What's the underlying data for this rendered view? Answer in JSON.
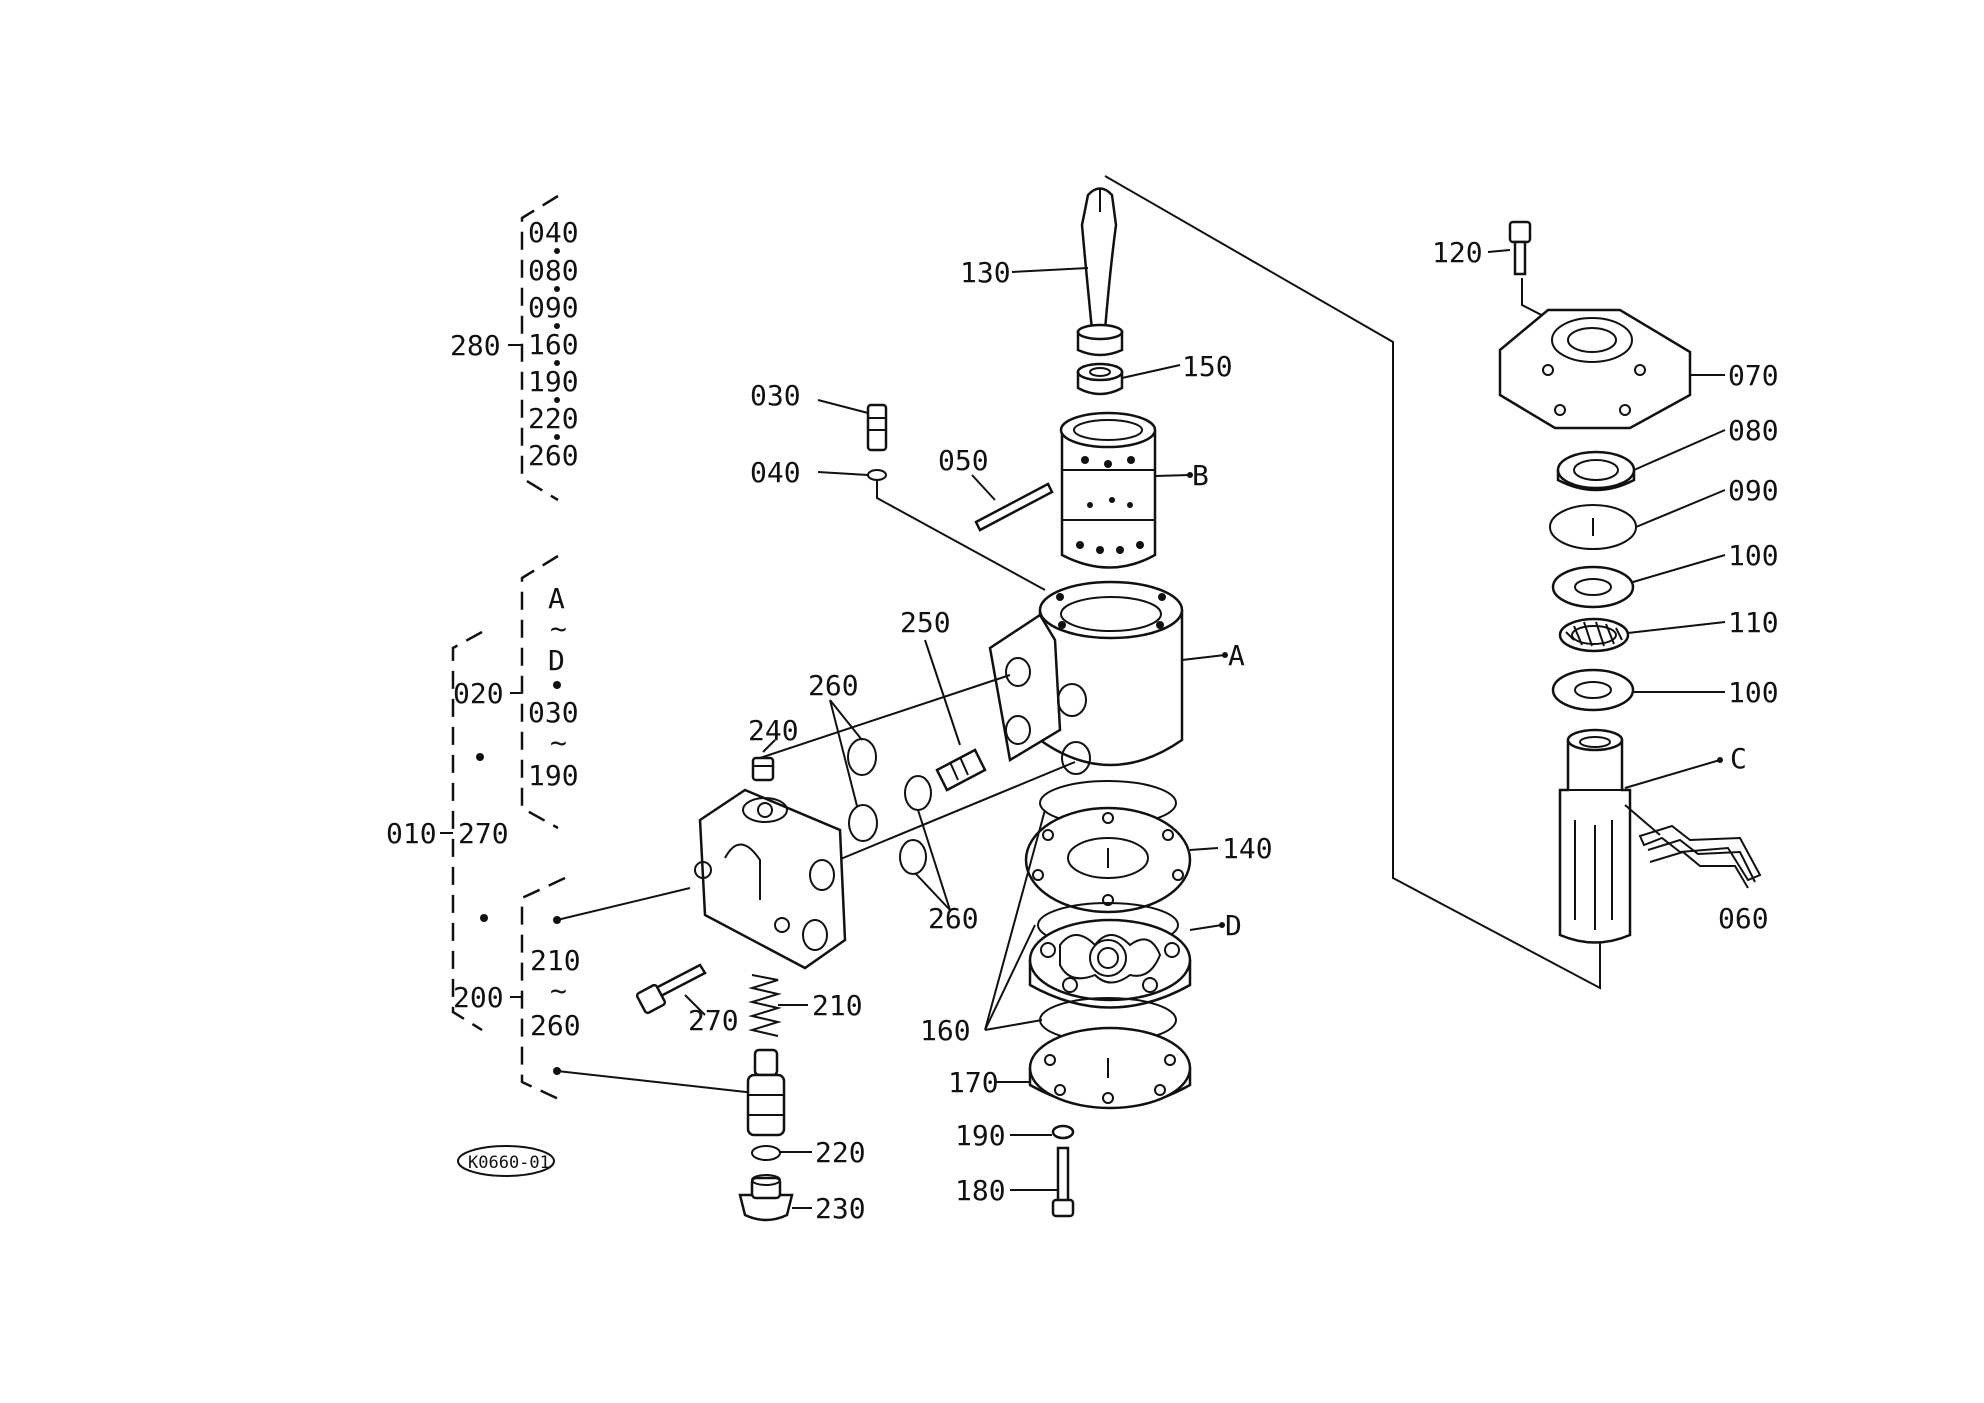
{
  "figure_code": "K0660-01",
  "index_labels": {
    "p280": "280",
    "i040": "040",
    "i080": "080",
    "i090": "090",
    "i160": "160",
    "i190": "190",
    "i220": "220",
    "i260": "260",
    "p010": "010",
    "p020": "020",
    "p270": "270",
    "p200": "200",
    "rA": "A",
    "tilde1": "~",
    "rD": "D",
    "r030": "030",
    "tilde2": "~",
    "r190": "190",
    "r210": "210",
    "tilde3": "~",
    "r260": "260"
  },
  "part_labels": {
    "p130": "130",
    "p150": "150",
    "p030": "030",
    "p040": "040",
    "p050": "050",
    "pB": "B",
    "pA": "A",
    "p250": "250",
    "p260a": "260",
    "p240": "240",
    "p260b": "260",
    "p140": "140",
    "pD": "D",
    "p160": "160",
    "p170": "170",
    "p190": "190",
    "p180": "180",
    "p270": "270",
    "p210": "210",
    "p220": "220",
    "p230": "230",
    "p120": "120",
    "p070": "070",
    "p080": "080",
    "p090": "090",
    "p100a": "100",
    "p110": "110",
    "p100b": "100",
    "pC": "C",
    "p060": "060"
  }
}
